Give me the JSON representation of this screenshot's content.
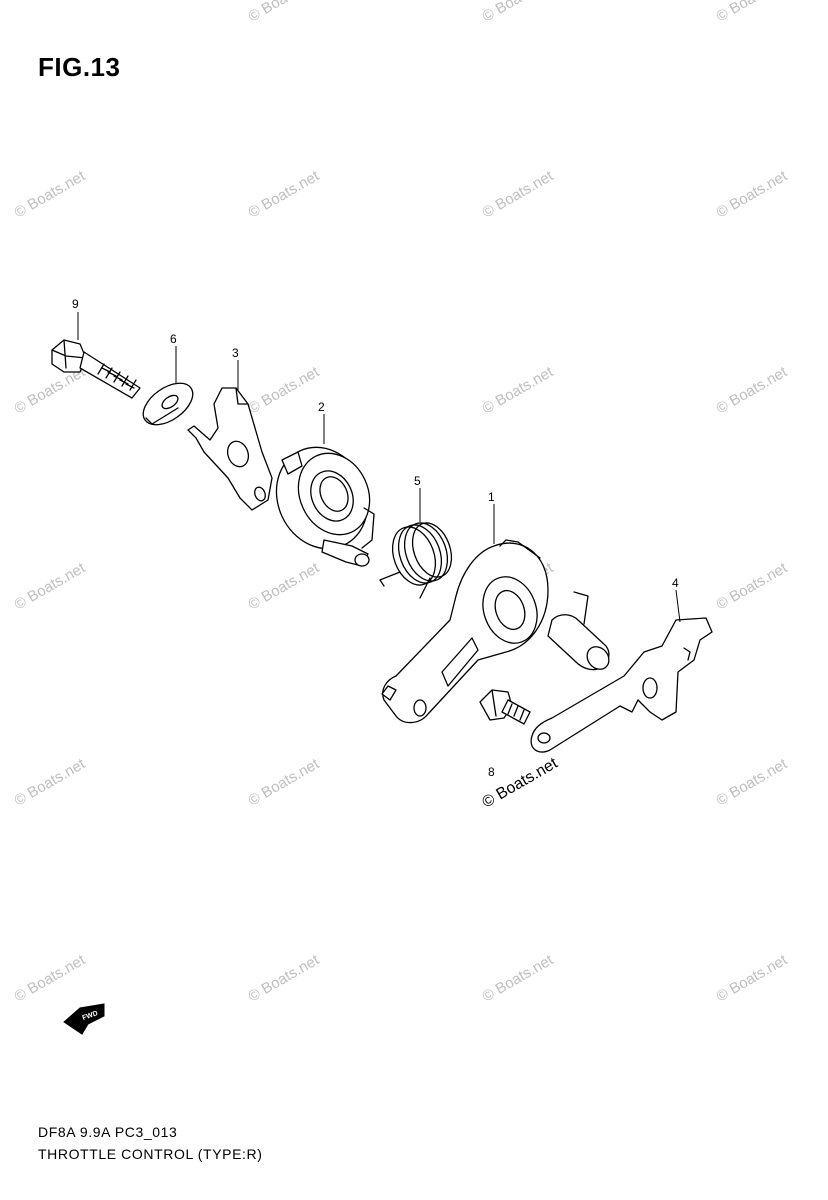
{
  "figure": {
    "title": "FIG.13",
    "code": "DF8A 9.9A PC3_013",
    "name": "THROTTLE CONTROL (TYPE:R)"
  },
  "callouts": [
    {
      "id": "9",
      "label": "9"
    },
    {
      "id": "6",
      "label": "6"
    },
    {
      "id": "3",
      "label": "3"
    },
    {
      "id": "2",
      "label": "2"
    },
    {
      "id": "5",
      "label": "5"
    },
    {
      "id": "1",
      "label": "1"
    },
    {
      "id": "4",
      "label": "4"
    },
    {
      "id": "8",
      "label": "8"
    }
  ],
  "fwd_icon": {
    "label": "FWD",
    "icon": "forward-arrow-icon"
  },
  "watermark": {
    "text": "© Boats.net"
  }
}
